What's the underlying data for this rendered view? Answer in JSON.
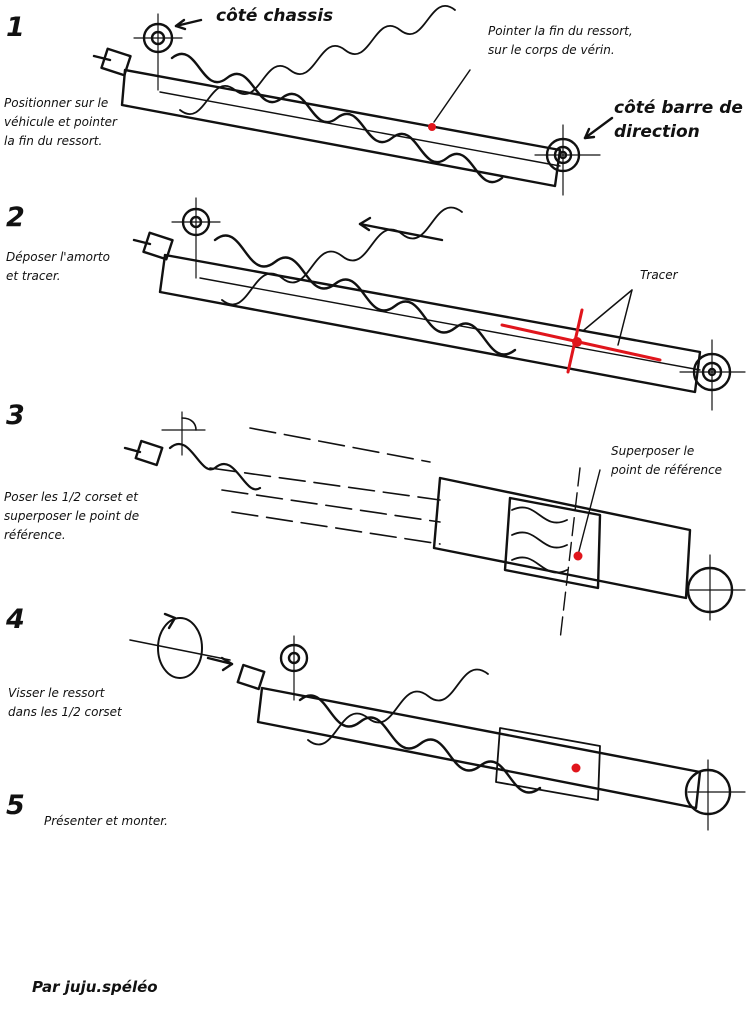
{
  "steps": [
    {
      "number": "1",
      "text": "Positionner sur le\nvéhicule et pointer\nla fin du ressort."
    },
    {
      "number": "2",
      "text": "Déposer l'amorto\net tracer."
    },
    {
      "number": "3",
      "text": "Poser les 1/2 corset et\nsuperposer le point de\nréférence."
    },
    {
      "number": "4",
      "text": "Visser le ressort\ndans les 1/2 corset"
    },
    {
      "number": "5",
      "text": "Présenter et monter."
    }
  ],
  "annotations": {
    "chassis_side": "côté chassis",
    "steering_side": "côté barre de\ndirection",
    "spring_end": "Pointer la fin du ressort,\nsur le corps de vérin.",
    "trace": "Tracer",
    "overlay": "Superposer le\npoint de référence"
  },
  "signature": "Par juju.spéléo",
  "colors": {
    "ink": "#111111",
    "mark": "#e0151c"
  }
}
